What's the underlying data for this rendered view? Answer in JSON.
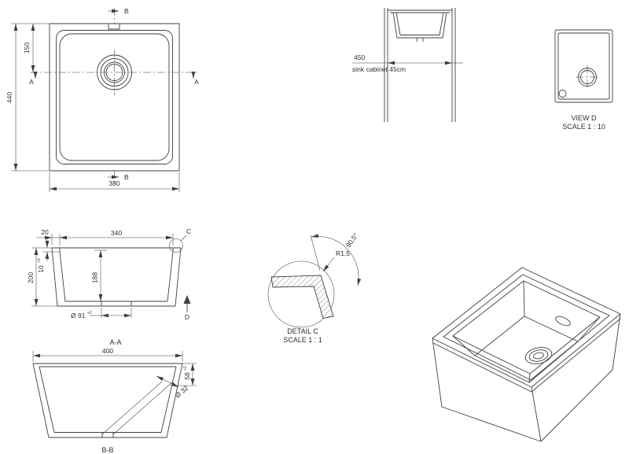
{
  "drawing": {
    "plan": {
      "label_b_top": "B",
      "label_b_bottom": "B",
      "label_a_left": "A",
      "label_a_right": "A",
      "dim_height": "440",
      "dim_drain_offset": "150",
      "dim_width": "380"
    },
    "cabinet": {
      "dim_width": "450",
      "caption": "sink cabinet 45cm"
    },
    "view_d": {
      "title": "VIEW D",
      "scale": "SCALE 1 : 10"
    },
    "section_aa": {
      "dim_inner_width": "340",
      "dim_flange": "20",
      "dim_outer_depth": "200",
      "dim_rim_height": "10",
      "tol_rim_height": "+2",
      "dim_inner_depth": "188",
      "dim_drain": "Ø 91",
      "tol_drain": "+2",
      "label_detail": "C",
      "label_view": "D",
      "caption": "A-A"
    },
    "detail_c": {
      "radius": "R1,5",
      "angle": "90,5°",
      "title": "DETAIL C",
      "scale": "SCALE 1 : 1"
    },
    "section_bb": {
      "dim_width": "400",
      "dim_height": "58",
      "tol_height": "+2",
      "dim_drain": "Ø 32",
      "caption": "B-B"
    }
  }
}
